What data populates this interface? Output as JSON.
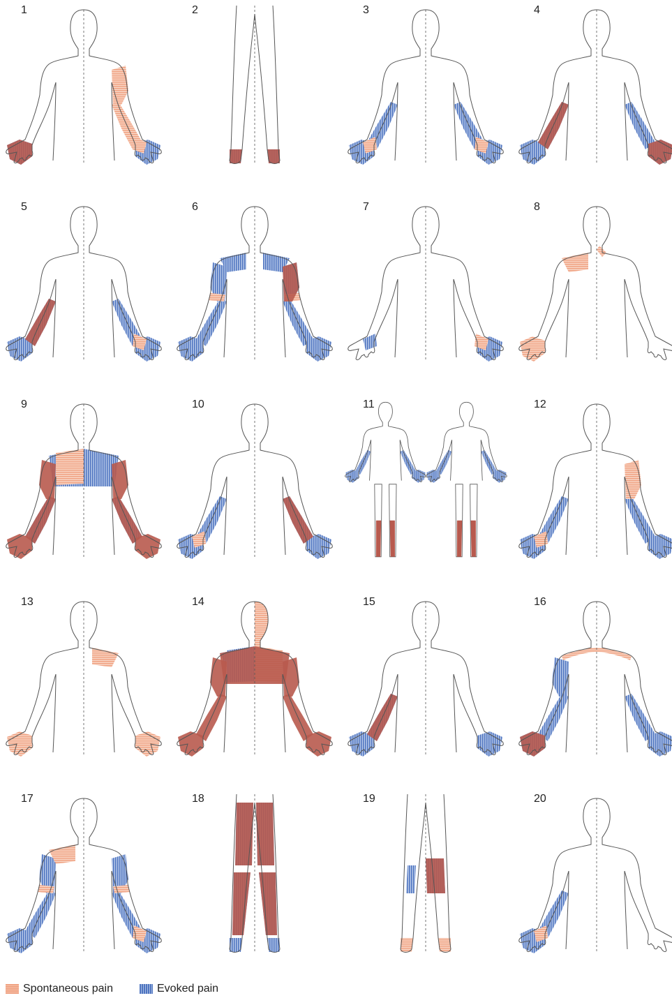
{
  "panels": [
    {
      "label": "1",
      "view": "front",
      "spont": [
        "uarmR",
        "wristR",
        "handL",
        "forearmR"
      ],
      "evoked": [
        "handL",
        "handR"
      ]
    },
    {
      "label": "2",
      "view": "legs",
      "spont": [
        "feet"
      ],
      "evoked": [
        "feet"
      ]
    },
    {
      "label": "3",
      "view": "front",
      "spont": [
        "wristL",
        "wristR"
      ],
      "evoked": [
        "forearmL",
        "forearmR",
        "handL",
        "handR"
      ]
    },
    {
      "label": "4",
      "view": "front",
      "spont": [
        "forearmL",
        "handR"
      ],
      "evoked": [
        "forearmL",
        "forearmR",
        "handL",
        "handR"
      ]
    },
    {
      "label": "5",
      "view": "front",
      "spont": [
        "forearmL",
        "wristR"
      ],
      "evoked": [
        "forearmL",
        "forearmR",
        "handL",
        "handR"
      ]
    },
    {
      "label": "6",
      "view": "front",
      "spont": [
        "elbowL",
        "elbowR",
        "uarmR"
      ],
      "evoked": [
        "shoulderL",
        "uarmL",
        "forearmL",
        "handL",
        "shoulderR",
        "uarmR",
        "forearmR",
        "handR"
      ]
    },
    {
      "label": "7",
      "view": "front",
      "spont": [
        "wristR"
      ],
      "evoked": [
        "handR",
        "wristL"
      ]
    },
    {
      "label": "8",
      "view": "front",
      "spont": [
        "shoulderL",
        "neckR",
        "handL"
      ],
      "evoked": []
    },
    {
      "label": "9",
      "view": "front",
      "spont": [
        "uarmL",
        "forearmL",
        "handL",
        "uarmR",
        "forearmR",
        "handR",
        "chestL"
      ],
      "evoked": [
        "chestFull",
        "forearmL",
        "forearmR"
      ]
    },
    {
      "label": "10",
      "view": "front",
      "spont": [
        "wristL",
        "forearmR"
      ],
      "evoked": [
        "forearmL",
        "handL",
        "forearmR",
        "handR"
      ]
    },
    {
      "label": "11",
      "view": "double",
      "spont": [
        "lowerLegs"
      ],
      "evoked": [
        "arms",
        "lowerLegs"
      ]
    },
    {
      "label": "12",
      "view": "front",
      "spont": [
        "uarmR",
        "wristL"
      ],
      "evoked": [
        "forearmL",
        "handL",
        "forearmR",
        "handR"
      ]
    },
    {
      "label": "13",
      "view": "front",
      "spont": [
        "shoulderR",
        "handL",
        "handR"
      ],
      "evoked": []
    },
    {
      "label": "14",
      "view": "front",
      "spont": [
        "head",
        "chestR",
        "chestFull",
        "uarmL",
        "forearmL",
        "handL",
        "uarmR",
        "forearmR",
        "handR"
      ],
      "evoked": [
        "shoulderL",
        "chestL"
      ]
    },
    {
      "label": "15",
      "view": "front",
      "spont": [
        "forearmL"
      ],
      "evoked": [
        "forearmL",
        "handL",
        "handR"
      ]
    },
    {
      "label": "16",
      "view": "front",
      "spont": [
        "neckLine",
        "handL"
      ],
      "evoked": [
        "uarmL",
        "forearmL",
        "handL",
        "forearmR",
        "handR"
      ]
    },
    {
      "label": "17",
      "view": "front",
      "spont": [
        "elbowL",
        "elbowR",
        "wristR",
        "shoulderL"
      ],
      "evoked": [
        "uarmL",
        "forearmL",
        "handL",
        "uarmR",
        "forearmR",
        "handR"
      ]
    },
    {
      "label": "18",
      "view": "legs",
      "spont": [
        "thighs",
        "calves"
      ],
      "evoked": [
        "thighs",
        "calves",
        "feet"
      ]
    },
    {
      "label": "19",
      "view": "legs",
      "spont": [
        "knee",
        "feet"
      ],
      "evoked": [
        "knee",
        "calfL"
      ]
    },
    {
      "label": "20",
      "view": "front",
      "spont": [
        "wristL"
      ],
      "evoked": [
        "forearmL",
        "handL"
      ]
    }
  ],
  "legend": {
    "spontaneous_label": "Spontaneous pain",
    "evoked_label": "Evoked pain"
  },
  "colors": {
    "spontaneous": "#f0a282",
    "evoked": "#4e74c0",
    "overlap": "#b85a4e",
    "outline": "#555555"
  }
}
